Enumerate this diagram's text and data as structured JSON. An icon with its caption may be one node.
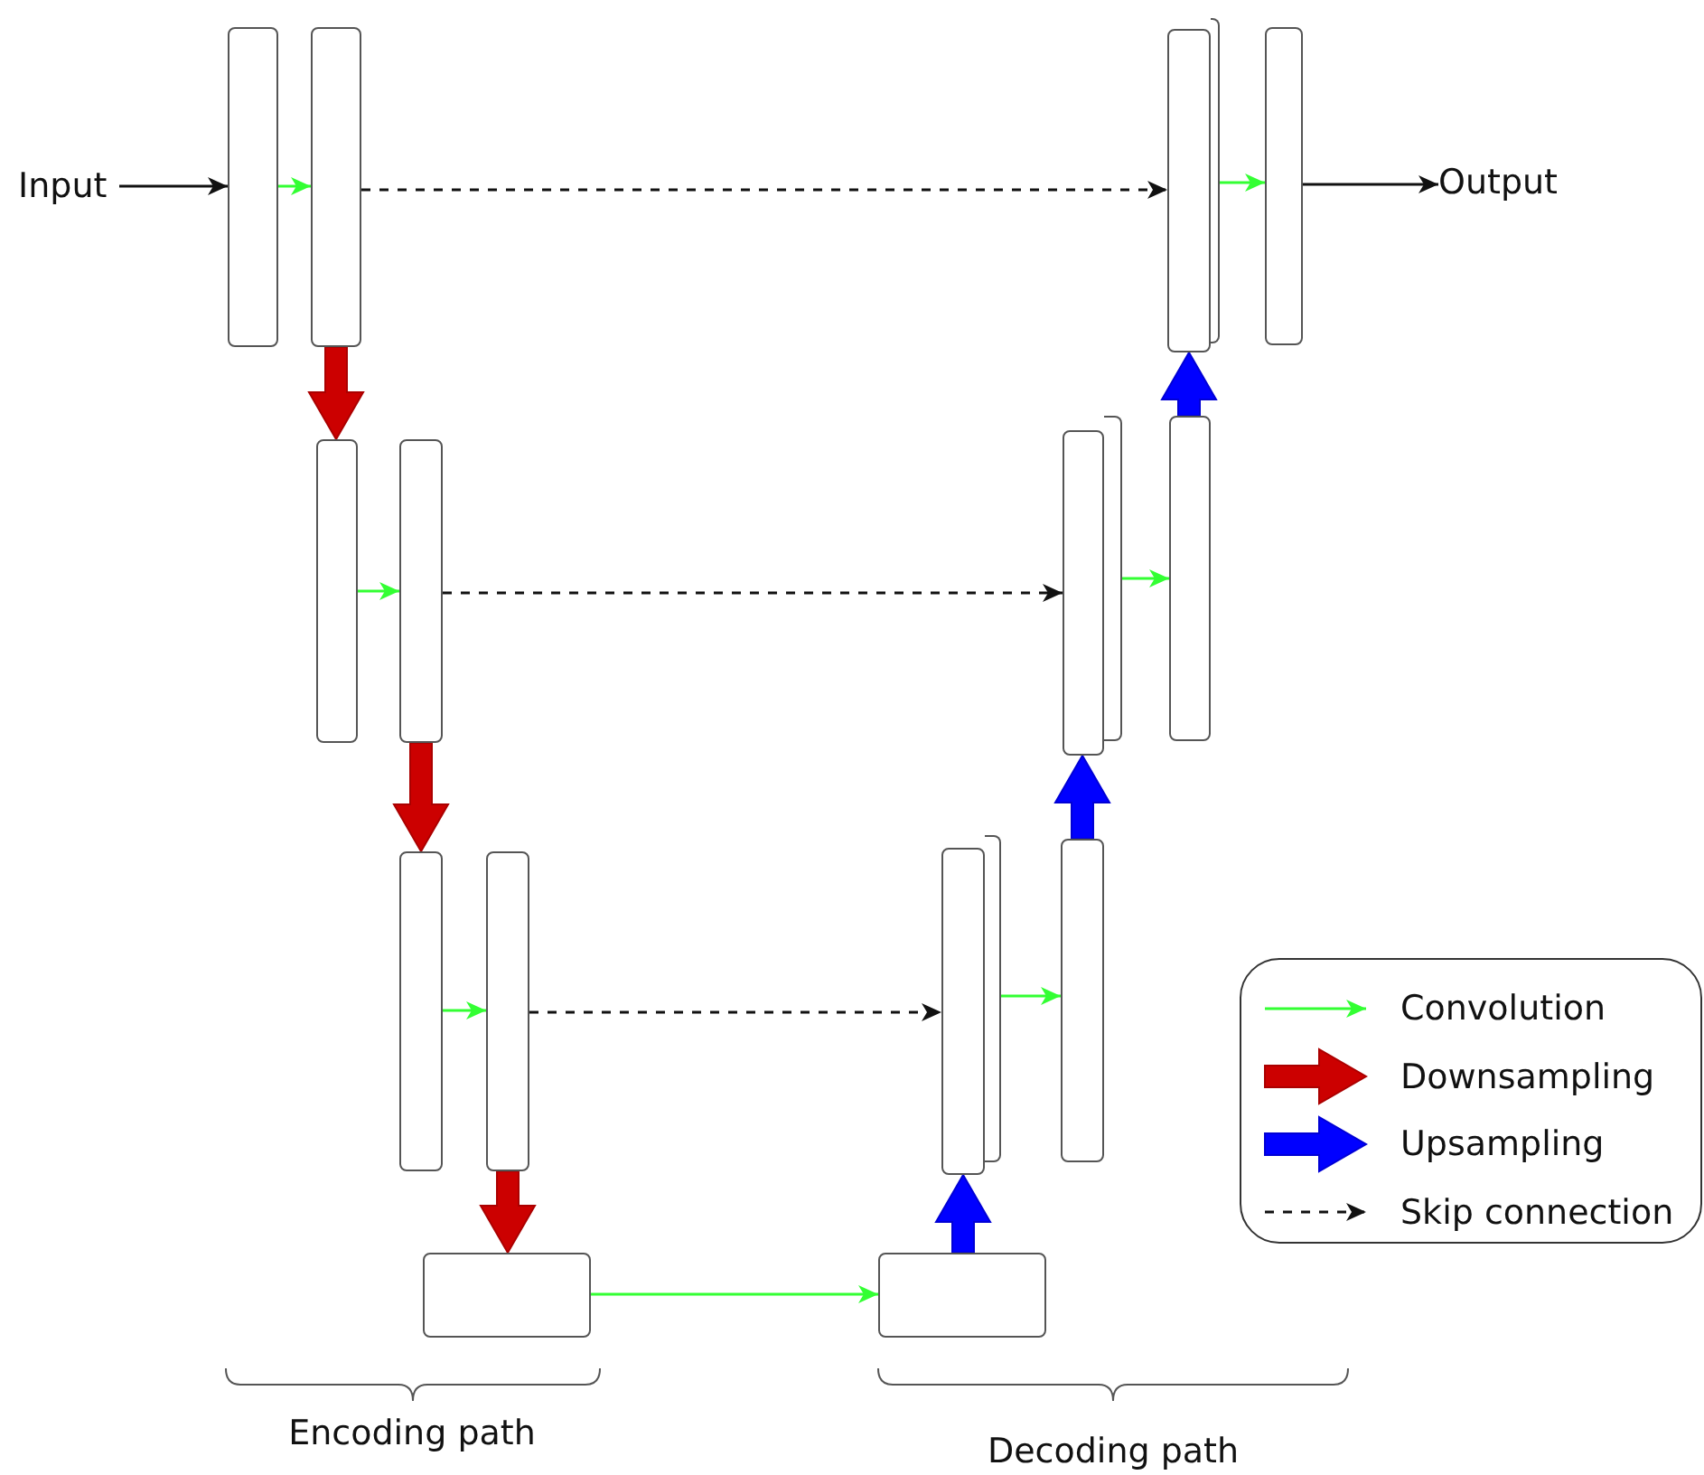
{
  "diagram": {
    "nodes": [
      {
        "text": [
          "Input"
        ]
      },
      {
        "text": [],
        "shape": "box"
      },
      {
        "text": [],
        "shape": "box"
      },
      {
        "text": [],
        "shape": "box"
      },
      {
        "text": [],
        "shape": "box"
      },
      {
        "text": [],
        "shape": "box"
      },
      {
        "text": [],
        "shape": "box"
      },
      {
        "text": [],
        "shape": "box"
      },
      {
        "text": [],
        "shape": "box"
      },
      {
        "text": [],
        "shape": "box"
      },
      {
        "text": [],
        "shape": "box"
      },
      {
        "text": [],
        "shape": "box"
      },
      {
        "text": [],
        "shape": "box"
      },
      {
        "text": [],
        "shape": "box"
      },
      {
        "text": [],
        "shape": "box"
      },
      {
        "text": [
          "Output"
        ]
      },
      {
        "text": [],
        "shape": "box"
      },
      {
        "text": [],
        "shape": "box"
      },
      {
        "text": [],
        "shape": "box"
      }
    ],
    "edges": [
      {
        "from": 0,
        "to": 1,
        "arrow": "to",
        "color": "#111111"
      },
      {
        "from": 1,
        "to": 2,
        "arrow": "to",
        "color": "#33ff33"
      },
      {
        "from": 2,
        "to": 3,
        "arrow": "to",
        "style": "thick",
        "color": "#cc0000"
      },
      {
        "from": 3,
        "to": 4,
        "arrow": "to",
        "color": "#33ff33"
      },
      {
        "from": 4,
        "to": 5,
        "arrow": "to",
        "style": "thick",
        "color": "#cc0000"
      },
      {
        "from": 5,
        "to": 6,
        "arrow": "to",
        "color": "#33ff33"
      },
      {
        "from": 6,
        "to": 7,
        "arrow": "to",
        "style": "thick",
        "color": "#cc0000"
      },
      {
        "from": 7,
        "to": 8,
        "arrow": "to",
        "color": "#33ff33"
      },
      {
        "from": 8,
        "to": 9,
        "arrow": "to",
        "style": "thick",
        "color": "#0000ff"
      },
      {
        "from": 16,
        "to": 10,
        "arrow": "to",
        "color": "#33ff33"
      },
      {
        "from": 10,
        "to": 11,
        "arrow": "to",
        "style": "thick",
        "color": "#0000ff"
      },
      {
        "from": 17,
        "to": 12,
        "arrow": "to",
        "color": "#33ff33"
      },
      {
        "from": 12,
        "to": 13,
        "arrow": "to",
        "style": "thick",
        "color": "#0000ff"
      },
      {
        "from": 18,
        "to": 14,
        "arrow": "to",
        "color": "#33ff33"
      },
      {
        "from": 14,
        "to": 15,
        "arrow": "to",
        "color": "#111111"
      },
      {
        "from": 2,
        "to": 13,
        "arrow": "to",
        "style": "dashed",
        "color": "#111111"
      },
      {
        "from": 4,
        "to": 11,
        "arrow": "to",
        "style": "dashed",
        "color": "#111111"
      },
      {
        "from": 6,
        "to": 9,
        "arrow": "to",
        "style": "dashed",
        "color": "#111111"
      }
    ],
    "labels": [
      "Encoding path",
      "Decoding path"
    ],
    "legend": [
      {
        "text": "Convolution"
      },
      {
        "text": "Downsampling"
      },
      {
        "text": "Upsampling"
      },
      {
        "text": "Skip connection"
      }
    ]
  }
}
